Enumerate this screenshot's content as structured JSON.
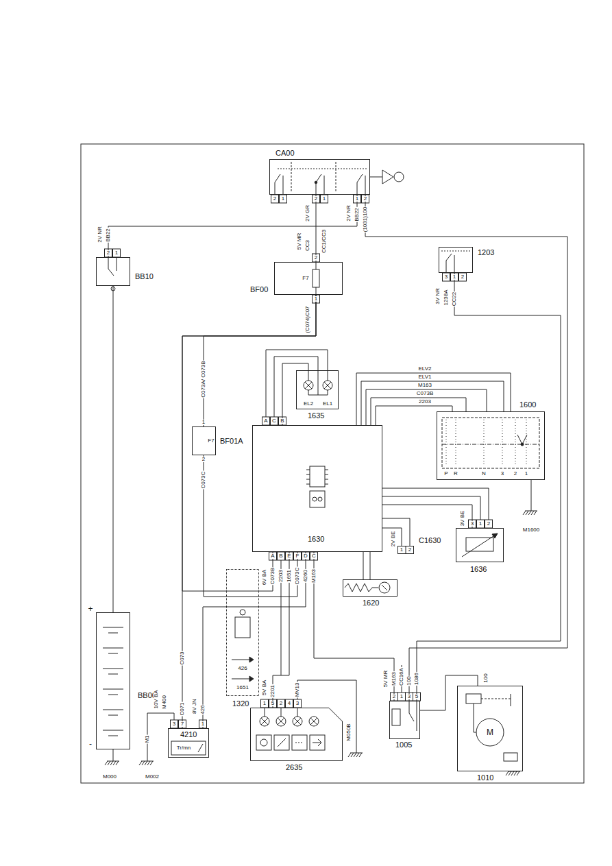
{
  "diagram": {
    "nodes": [
      {
        "text": [
          "CA00"
        ]
      },
      {
        "text": [
          "1203"
        ]
      },
      {
        "text": [
          "BB10"
        ]
      },
      {
        "text": [
          "BF00"
        ]
      },
      {
        "text": [
          "1635"
        ]
      },
      {
        "text": [
          "1600"
        ]
      },
      {
        "text": [
          "BF01A"
        ]
      },
      {
        "text": [
          "1630"
        ]
      },
      {
        "text": [
          "1636"
        ]
      },
      {
        "text": [
          "C1630"
        ]
      },
      {
        "text": [
          "1620"
        ]
      },
      {
        "text": [
          "1320"
        ]
      },
      {
        "text": [
          "BB00"
        ]
      },
      {
        "text": [
          "2635"
        ]
      },
      {
        "text": [
          "1005"
        ]
      },
      {
        "text": [
          "1010"
        ]
      },
      {
        "text": [
          "4210"
        ]
      }
    ],
    "edges": [
      {
        "from": 2,
        "to": 0,
        "arrow": "none"
      },
      {
        "from": 0,
        "to": 3,
        "arrow": "none"
      },
      {
        "from": 3,
        "to": 6,
        "arrow": "none"
      },
      {
        "from": 3,
        "to": 16,
        "arrow": "none"
      },
      {
        "from": 6,
        "to": 7,
        "arrow": "none"
      },
      {
        "from": 4,
        "to": 7,
        "arrow": "none"
      },
      {
        "from": 7,
        "to": 5,
        "arrow": "none"
      },
      {
        "from": 7,
        "to": 8,
        "arrow": "none"
      },
      {
        "from": 7,
        "to": 9,
        "arrow": "none"
      },
      {
        "from": 7,
        "to": 10,
        "arrow": "none"
      },
      {
        "from": 7,
        "to": 13,
        "arrow": "none"
      },
      {
        "from": 7,
        "to": 16,
        "arrow": "none"
      },
      {
        "from": 7,
        "to": 14,
        "arrow": "none"
      },
      {
        "from": 0,
        "to": 14,
        "arrow": "none"
      },
      {
        "from": 1,
        "to": 14,
        "arrow": "none"
      },
      {
        "from": 14,
        "to": 15,
        "arrow": "none"
      },
      {
        "from": 12,
        "to": 2,
        "arrow": "none"
      },
      {
        "from": 3,
        "to": 7,
        "arrow": "none"
      }
    ],
    "labels": [
      "2",
      "1",
      "2",
      "1",
      "1",
      "2",
      "2V GR",
      "CC1/CC3",
      "2V NR",
      "BB22",
      "(1031)100",
      "2V NR",
      "BB22",
      "2",
      "1",
      "5V MR",
      "CC3",
      "2",
      "F7",
      "1",
      "(C074)C07",
      "3",
      "1",
      "2",
      "3V NR",
      "1238A",
      "CC22",
      "EL2",
      "EL1",
      "A",
      "C",
      "B",
      "C073A/ C073B",
      "1",
      "F7",
      "2",
      "C073C",
      "ELV2",
      "ELV1",
      "M163",
      "C073B",
      "2203",
      "P",
      "R",
      "N",
      "3",
      "2",
      "1",
      "M1600",
      "3V BE",
      "3",
      "1",
      "2",
      "2V BE",
      "1",
      "2",
      "A",
      "B",
      "E",
      "F",
      "D",
      "C",
      "6V BA",
      "C073B",
      "2203",
      "1651",
      "C073C",
      "4260",
      "M163",
      "426",
      "1651",
      "+",
      "-",
      "M000",
      "M002",
      "M1",
      "10V BA",
      "M400",
      "C073",
      "C071",
      "8V JN",
      "426",
      "3",
      "7",
      "1",
      "Tr/mn",
      "5V BA",
      "2201",
      "MV13",
      "1",
      "5",
      "2",
      "4",
      "3",
      "M050B",
      "5V MR",
      "M163",
      "CC16A",
      "100",
      "1086",
      "2",
      "1",
      "3",
      "5",
      "100",
      "M"
    ]
  }
}
